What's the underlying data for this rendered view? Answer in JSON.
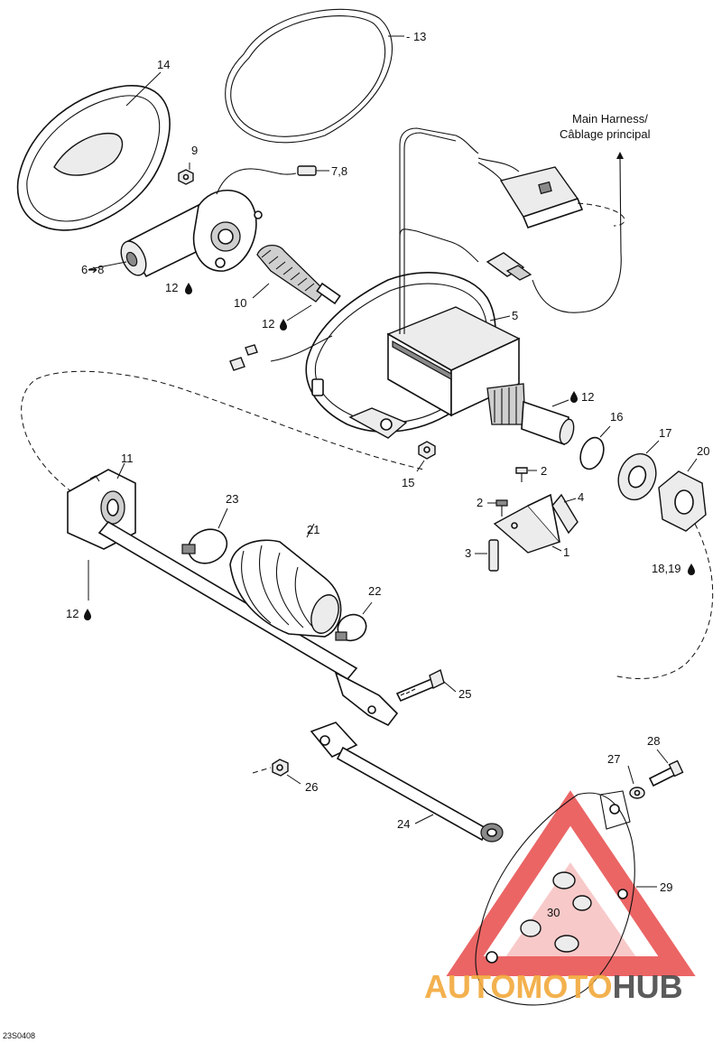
{
  "harness_note": {
    "line1": "Main Harness/",
    "line2": "Câblage principal"
  },
  "parts": [
    {
      "id": "13",
      "text": "- 13"
    },
    {
      "id": "14",
      "text": "14"
    },
    {
      "id": "9",
      "text": "9"
    },
    {
      "id": "7-8",
      "text": "7,8"
    },
    {
      "id": "6-8",
      "text": "6➔8"
    },
    {
      "id": "12a",
      "text": "12"
    },
    {
      "id": "10",
      "text": "10"
    },
    {
      "id": "12b",
      "text": "12"
    },
    {
      "id": "5",
      "text": "5"
    },
    {
      "id": "12c",
      "text": "12"
    },
    {
      "id": "16",
      "text": "16"
    },
    {
      "id": "17",
      "text": "17"
    },
    {
      "id": "20",
      "text": "20"
    },
    {
      "id": "11",
      "text": "11"
    },
    {
      "id": "15",
      "text": "15"
    },
    {
      "id": "2a",
      "text": "2"
    },
    {
      "id": "2b",
      "text": "2"
    },
    {
      "id": "4",
      "text": "4"
    },
    {
      "id": "3",
      "text": "3"
    },
    {
      "id": "1",
      "text": "1"
    },
    {
      "id": "18-19",
      "text": "18,19"
    },
    {
      "id": "23",
      "text": "23"
    },
    {
      "id": "21",
      "text": "21"
    },
    {
      "id": "22",
      "text": "22"
    },
    {
      "id": "12d",
      "text": "12"
    },
    {
      "id": "25",
      "text": "25"
    },
    {
      "id": "28",
      "text": "28"
    },
    {
      "id": "27",
      "text": "27"
    },
    {
      "id": "26",
      "text": "26"
    },
    {
      "id": "24",
      "text": "24"
    },
    {
      "id": "29",
      "text": "29"
    },
    {
      "id": "30",
      "text": "30"
    }
  ],
  "drawing_code": "23S0408",
  "watermark": {
    "part1": "AUTOMOTO",
    "part2": "HUB",
    "color1": "#f2a93b",
    "color2": "#4a4a4a",
    "triangle_color": "#e84b4b"
  },
  "icons": {
    "lubricant": "oil-drop-icon"
  }
}
